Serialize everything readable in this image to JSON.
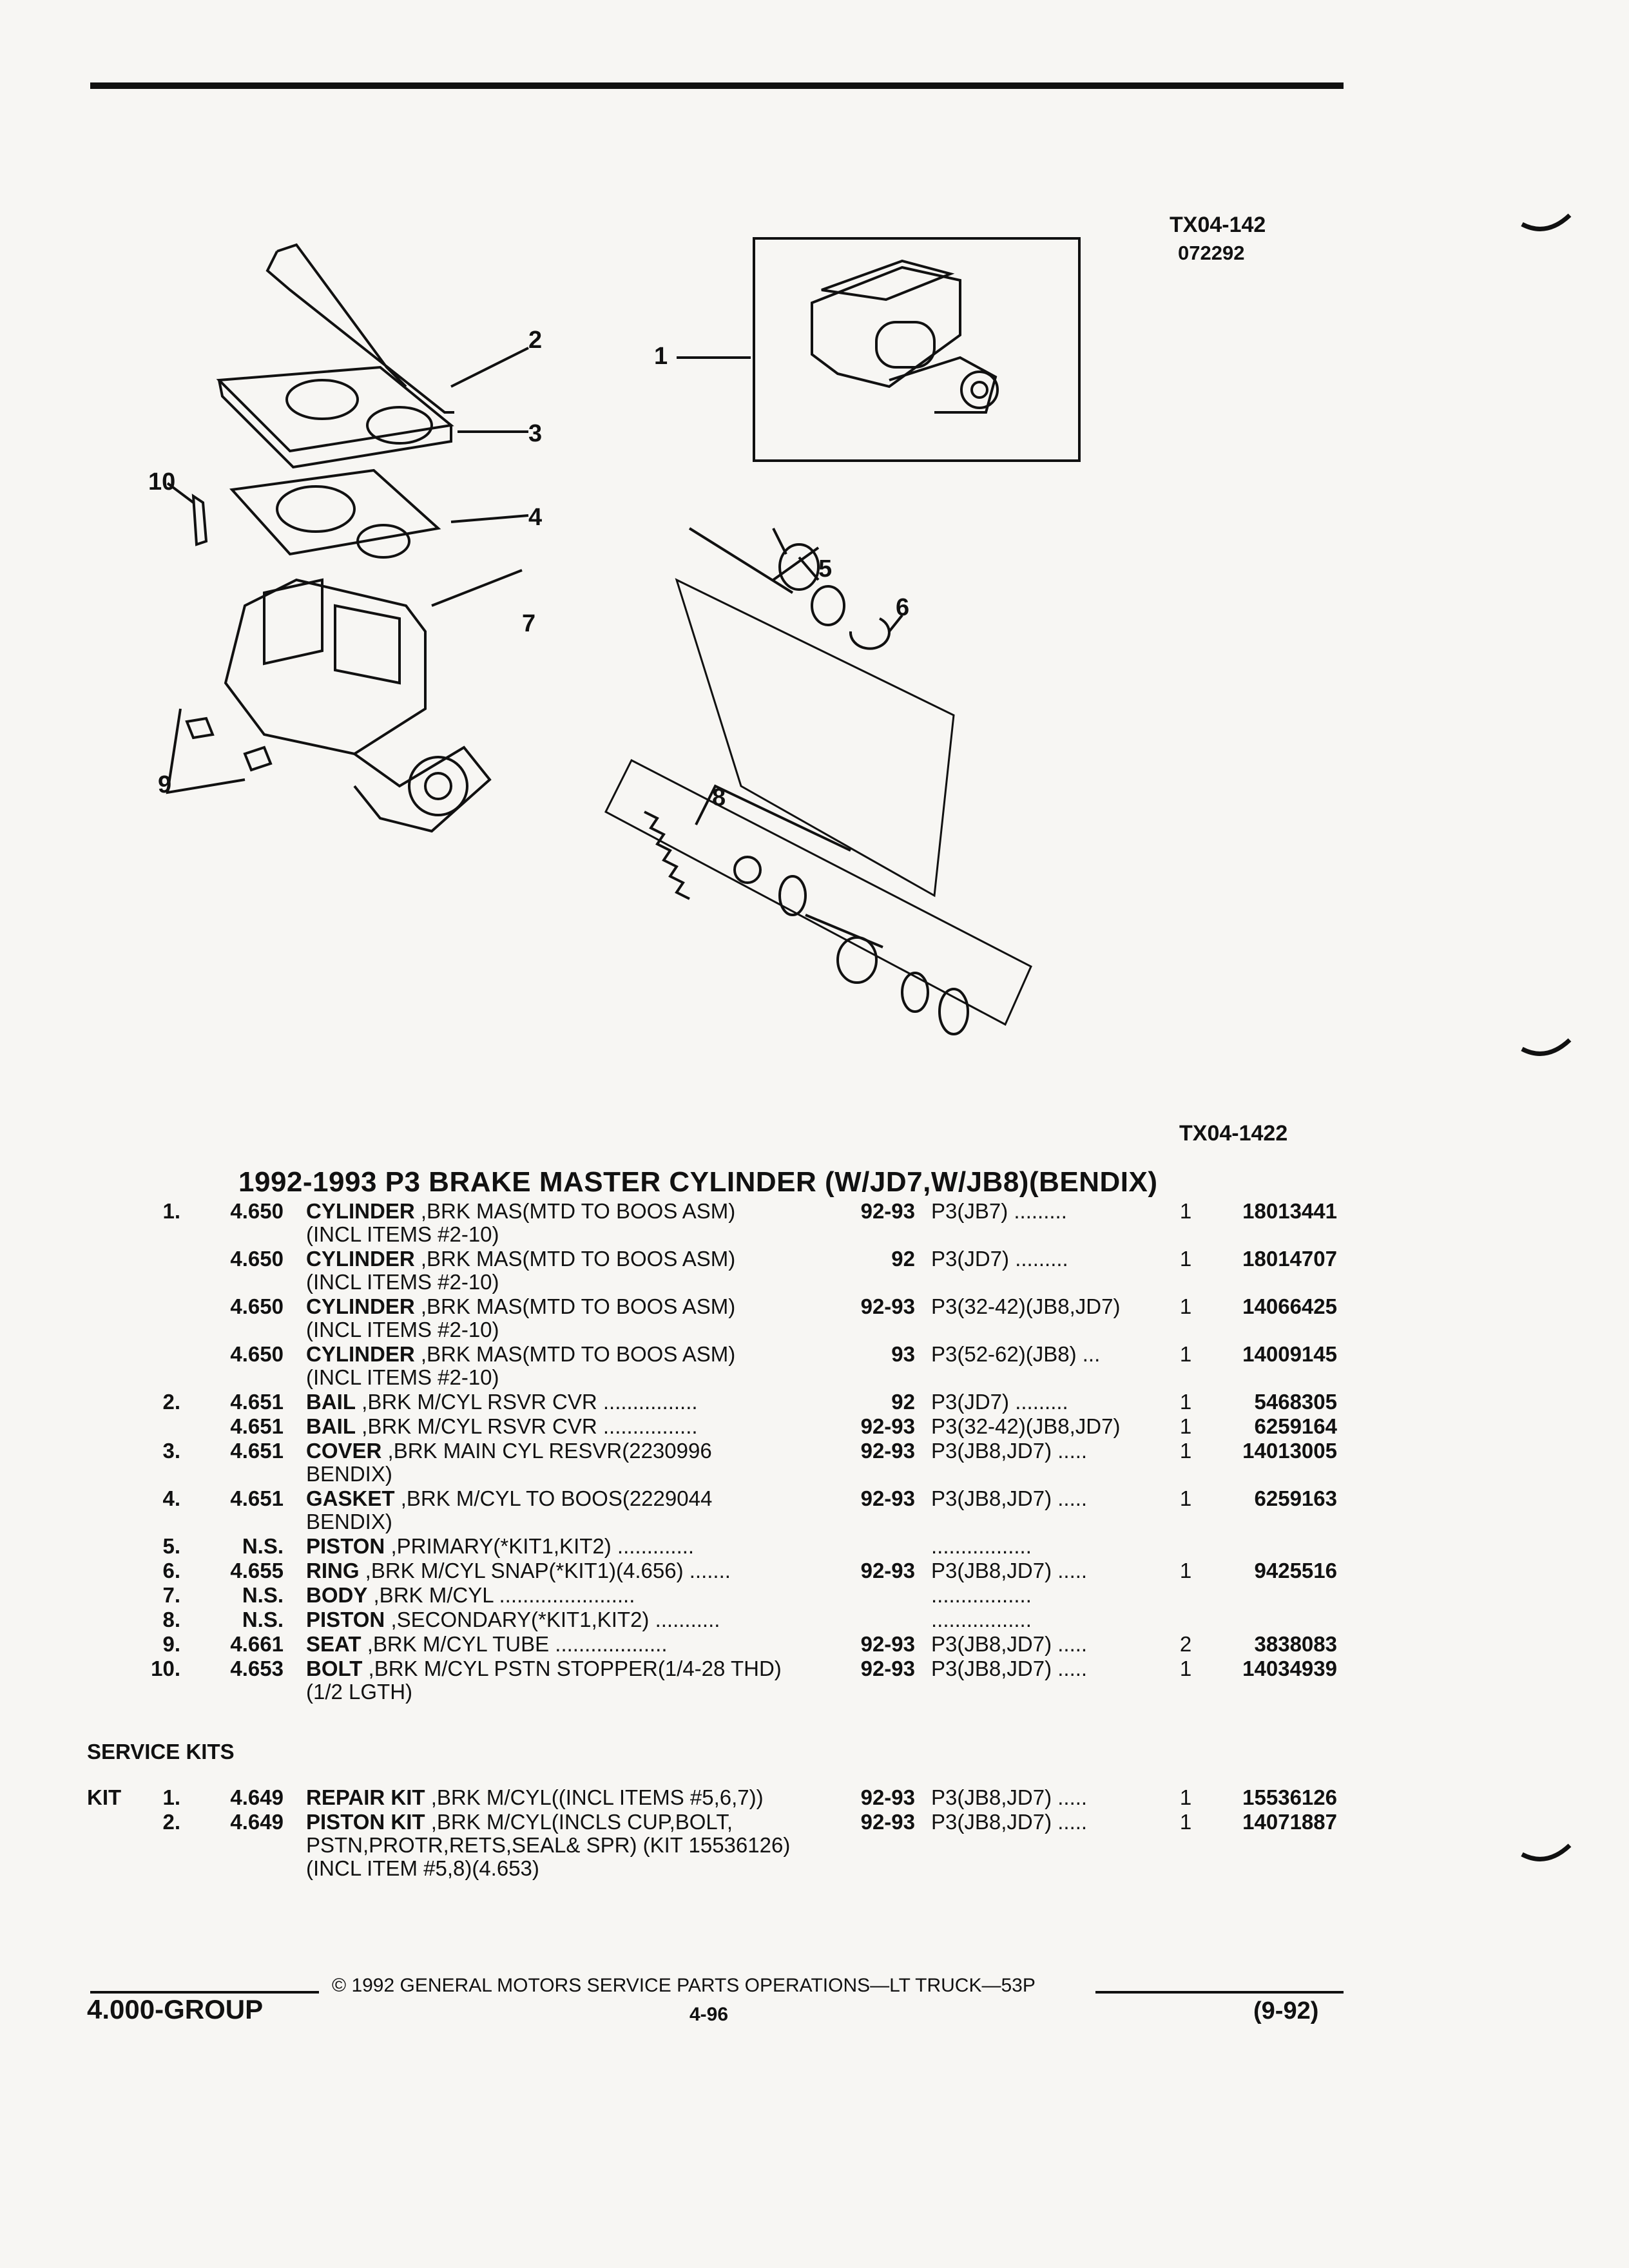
{
  "header": {
    "ref_code": "TX04-142",
    "ref_date": "072292",
    "fig_code": "TX04-1422"
  },
  "diagram": {
    "callouts": [
      "1",
      "2",
      "3",
      "4",
      "5",
      "6",
      "7",
      "8",
      "9",
      "10"
    ]
  },
  "title": "1992-1993 P3 BRAKE MASTER CYLINDER (W/JD7,W/JB8)(BENDIX)",
  "parts": [
    {
      "num": "1.",
      "group": "4.650",
      "name": "CYLINDER",
      "desc": ",BRK MAS(MTD TO BOOS ASM)",
      "cont": "(INCL ITEMS #2-10)",
      "years": "92-93",
      "model": "P3(JB7) .........",
      "qty": "1",
      "part": "18013441"
    },
    {
      "num": "",
      "group": "4.650",
      "name": "CYLINDER",
      "desc": ",BRK MAS(MTD TO BOOS ASM)",
      "cont": "(INCL ITEMS #2-10)",
      "years": "92",
      "model": "P3(JD7) .........",
      "qty": "1",
      "part": "18014707"
    },
    {
      "num": "",
      "group": "4.650",
      "name": "CYLINDER",
      "desc": ",BRK MAS(MTD TO BOOS ASM)",
      "cont": "(INCL ITEMS #2-10)",
      "years": "92-93",
      "model": "P3(32-42)(JB8,JD7)",
      "qty": "1",
      "part": "14066425"
    },
    {
      "num": "",
      "group": "4.650",
      "name": "CYLINDER",
      "desc": ",BRK MAS(MTD TO BOOS ASM)",
      "cont": "(INCL ITEMS #2-10)",
      "years": "93",
      "model": "P3(52-62)(JB8) ...",
      "qty": "1",
      "part": "14009145"
    },
    {
      "num": "2.",
      "group": "4.651",
      "name": "BAIL",
      "desc": ",BRK M/CYL RSVR CVR ................",
      "cont": "",
      "years": "92",
      "model": "P3(JD7) .........",
      "qty": "1",
      "part": "5468305"
    },
    {
      "num": "",
      "group": "4.651",
      "name": "BAIL",
      "desc": ",BRK M/CYL RSVR CVR ................",
      "cont": "",
      "years": "92-93",
      "model": "P3(32-42)(JB8,JD7)",
      "qty": "1",
      "part": "6259164"
    },
    {
      "num": "3.",
      "group": "4.651",
      "name": "COVER",
      "desc": ",BRK MAIN CYL RESVR(2230996",
      "cont": "BENDIX)",
      "years": "92-93",
      "model": "P3(JB8,JD7) .....",
      "qty": "1",
      "part": "14013005"
    },
    {
      "num": "4.",
      "group": "4.651",
      "name": "GASKET",
      "desc": ",BRK M/CYL TO BOOS(2229044",
      "cont": "BENDIX)",
      "years": "92-93",
      "model": "P3(JB8,JD7) .....",
      "qty": "1",
      "part": "6259163"
    },
    {
      "num": "5.",
      "group": "N.S.",
      "name": "PISTON",
      "desc": ",PRIMARY(*KIT1,KIT2) .............",
      "cont": "",
      "years": "",
      "model": ".................",
      "qty": "",
      "part": ""
    },
    {
      "num": "6.",
      "group": "4.655",
      "name": "RING",
      "desc": ",BRK M/CYL SNAP(*KIT1)(4.656) .......",
      "cont": "",
      "years": "92-93",
      "model": "P3(JB8,JD7) .....",
      "qty": "1",
      "part": "9425516"
    },
    {
      "num": "7.",
      "group": "N.S.",
      "name": "BODY",
      "desc": ",BRK M/CYL .......................",
      "cont": "",
      "years": "",
      "model": ".................",
      "qty": "",
      "part": ""
    },
    {
      "num": "8.",
      "group": "N.S.",
      "name": "PISTON",
      "desc": ",SECONDARY(*KIT1,KIT2) ...........",
      "cont": "",
      "years": "",
      "model": ".................",
      "qty": "",
      "part": ""
    },
    {
      "num": "9.",
      "group": "4.661",
      "name": "SEAT",
      "desc": ",BRK M/CYL TUBE ...................",
      "cont": "",
      "years": "92-93",
      "model": "P3(JB8,JD7) .....",
      "qty": "2",
      "part": "3838083"
    },
    {
      "num": "10.",
      "group": "4.653",
      "name": "BOLT",
      "desc": ",BRK M/CYL PSTN STOPPER(1/4-28 THD)",
      "cont": "(1/2 LGTH)",
      "years": "92-93",
      "model": "P3(JB8,JD7) .....",
      "qty": "1",
      "part": "14034939"
    }
  ],
  "service_kits": {
    "heading": "SERVICE KITS",
    "kit_label": "KIT",
    "items": [
      {
        "num": "1.",
        "group": "4.649",
        "name": "REPAIR KIT",
        "desc": ",BRK M/CYL((INCL ITEMS #5,6,7))",
        "cont1": "",
        "cont2": "",
        "years": "92-93",
        "model": "P3(JB8,JD7) .....",
        "qty": "1",
        "part": "15536126"
      },
      {
        "num": "2.",
        "group": "4.649",
        "name": "PISTON KIT",
        "desc": ",BRK M/CYL(INCLS CUP,BOLT,",
        "cont1": "PSTN,PROTR,RETS,SEAL& SPR) (KIT 15536126)",
        "cont2": "(INCL ITEM #5,8)(4.653)",
        "years": "92-93",
        "model": "P3(JB8,JD7) .....",
        "qty": "1",
        "part": "14071887"
      }
    ]
  },
  "footer": {
    "copyright": "© 1992 GENERAL MOTORS SERVICE PARTS OPERATIONS—LT TRUCK—53P",
    "group": "4.000-GROUP",
    "page": "4-96",
    "date": "(9-92)"
  }
}
